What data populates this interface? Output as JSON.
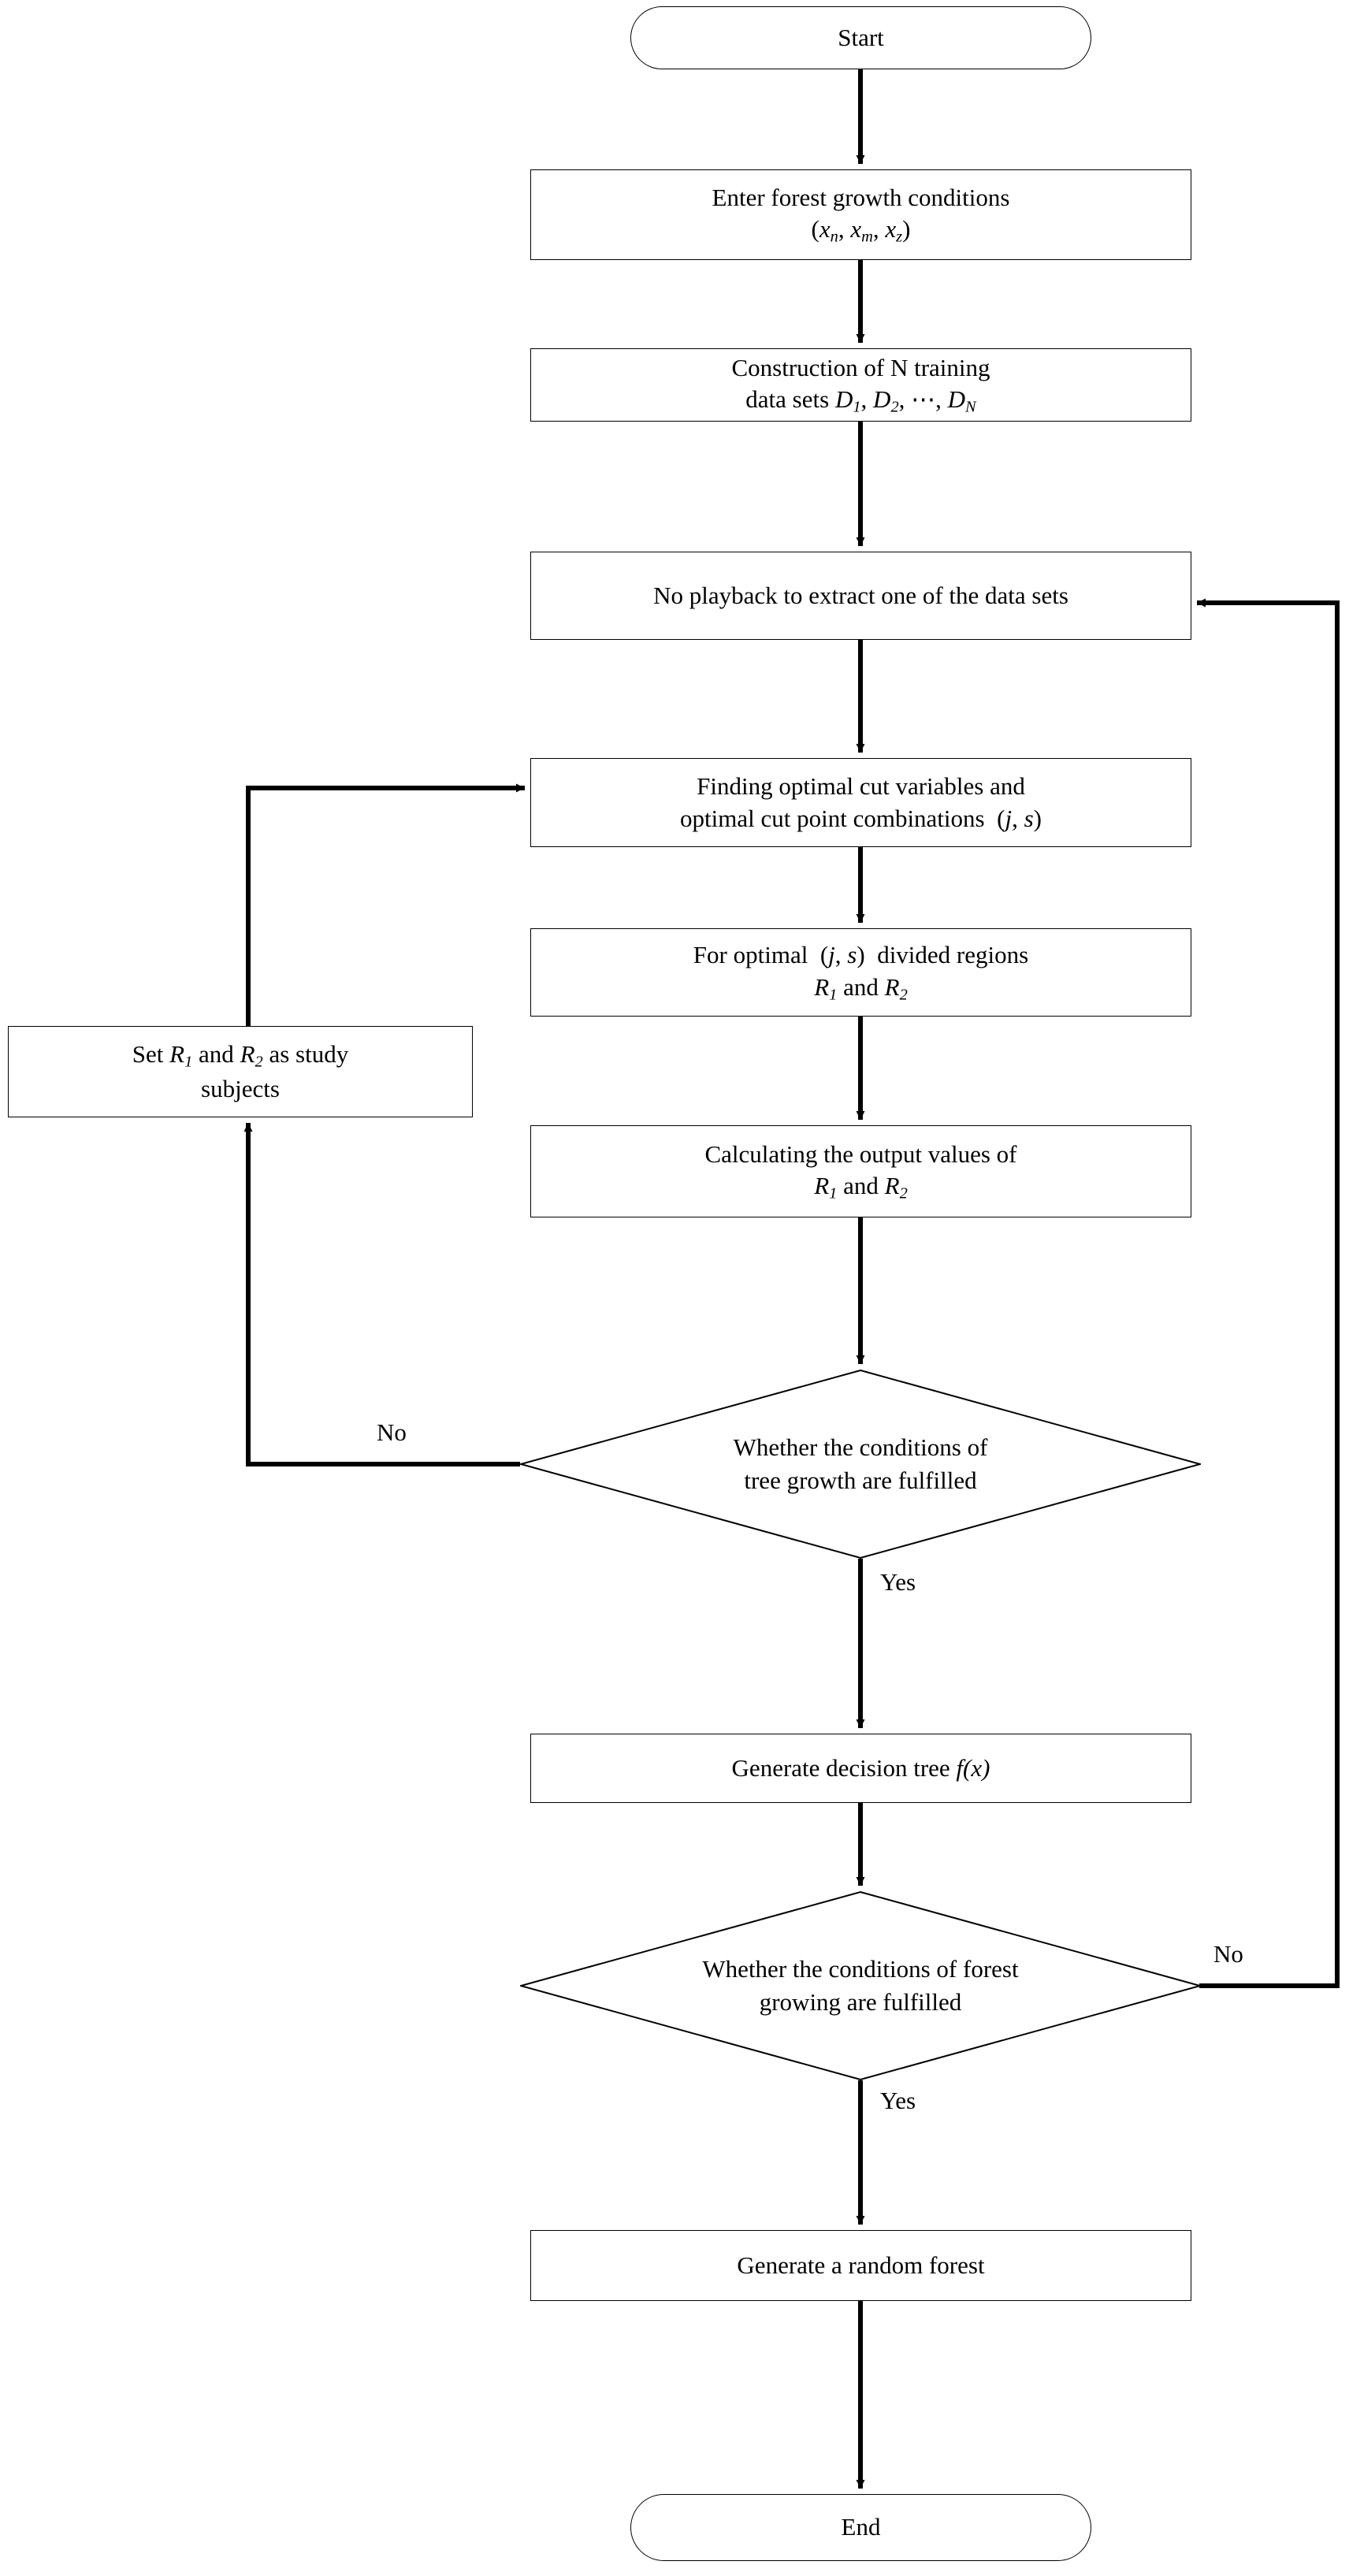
{
  "diagram": {
    "title": "Random forest construction flowchart",
    "type": "flowchart",
    "stroke_color": "#000000",
    "fill_color": "#ffffff",
    "text_color": "#000000"
  },
  "nodes": {
    "start": {
      "label": "Start",
      "shape": "terminator"
    },
    "enter_conditions": {
      "line1": "Enter forest growth conditions",
      "shape": "process"
    },
    "construction": {
      "line1": "Construction of N training",
      "shape": "process"
    },
    "no_playback": {
      "label": "No playback to extract one of the data sets",
      "shape": "process"
    },
    "finding_optimal": {
      "line1": "Finding optimal cut variables and",
      "line2a": "optimal cut point combinations",
      "shape": "process"
    },
    "divided_regions": {
      "line1a": "For optimal",
      "line1b": "divided regions",
      "shape": "process"
    },
    "set_study_subjects": {
      "line1a": "Set",
      "line1b": "and",
      "line1c": "as study",
      "line2": "subjects",
      "shape": "process"
    },
    "calculating_output": {
      "line1": "Calculating the output values of",
      "shape": "process"
    },
    "decision_tree_growth": {
      "line1": "Whether the conditions of",
      "line2": "tree growth are fulfilled",
      "shape": "decision"
    },
    "generate_tree": {
      "line1a": "Generate decision tree",
      "line1b": "f(x)",
      "shape": "process"
    },
    "decision_forest_growth": {
      "line1": "Whether the conditions of forest",
      "line2": "growing are fulfilled",
      "shape": "decision"
    },
    "generate_forest": {
      "label": "Generate a random forest",
      "shape": "process"
    },
    "end": {
      "label": "End",
      "shape": "terminator"
    }
  },
  "math": {
    "x_var": "x",
    "sub_n": "n",
    "sub_m": "m",
    "sub_z": "z",
    "paren_open": "(",
    "paren_close": ")",
    "comma": ",",
    "data_sets_prefix": "data sets",
    "D": "D",
    "sub_1": "1",
    "sub_2": "2",
    "sub_N": "N",
    "ellipsis": "⋯",
    "j": "j",
    "s": "s",
    "R": "R",
    "and_word": "and"
  },
  "edge_labels": {
    "tree_no": "No",
    "tree_yes": "Yes",
    "forest_no": "No",
    "forest_yes": "Yes"
  }
}
